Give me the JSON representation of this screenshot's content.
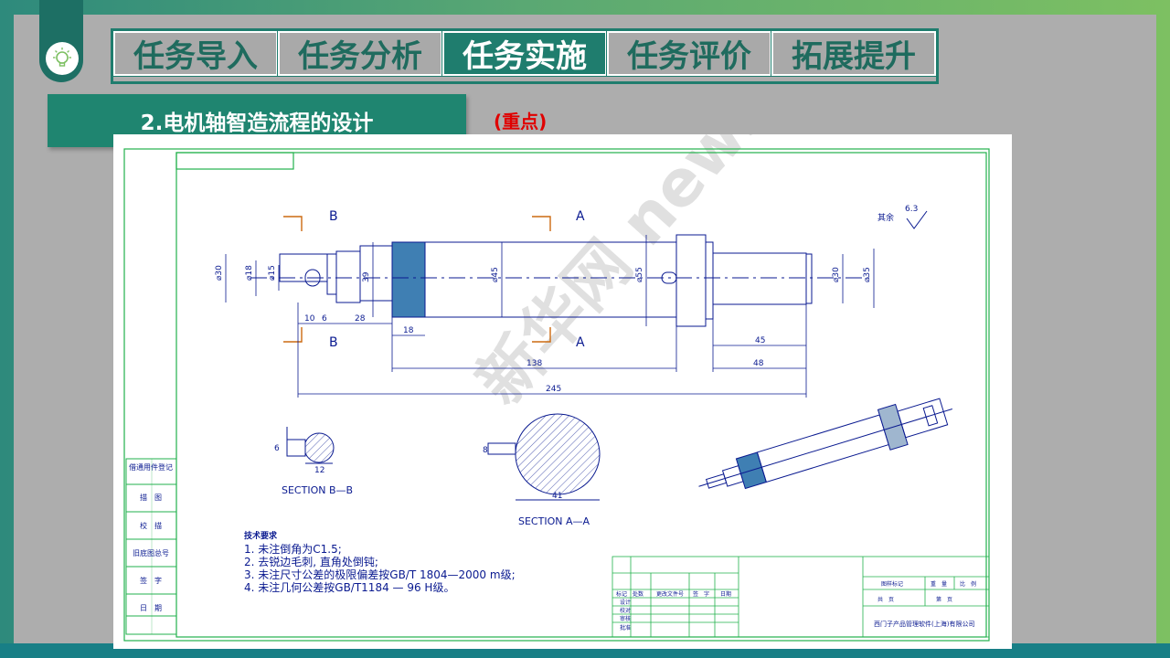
{
  "nav": {
    "tabs": [
      {
        "label": "任务导入",
        "active": false
      },
      {
        "label": "任务分析",
        "active": false
      },
      {
        "label": "任务实施",
        "active": true
      },
      {
        "label": "任务评价",
        "active": false
      },
      {
        "label": "拓展提升",
        "active": false
      }
    ]
  },
  "icon": "lightbulb-icon",
  "section": {
    "title": "2.电机轴智造流程的设计",
    "note": "(重点)"
  },
  "drawing": {
    "section_labels": {
      "b_top": "B",
      "a_top": "A",
      "b_bottom": "B",
      "a_bottom": "A"
    },
    "roughness": {
      "label": "其余",
      "value": "6.3"
    },
    "dims": {
      "d30_left": "⌀30",
      "d18": "⌀18",
      "d15": "⌀15",
      "d39": "39",
      "d45": "⌀45",
      "d55": "⌀55",
      "d30_right": "⌀30",
      "d35": "⌀35",
      "l10": "10",
      "l6": "6",
      "l28": "28",
      "l18": "18",
      "l45": "45",
      "l48": "48",
      "l138": "138",
      "l245": "245",
      "s6": "6",
      "s12": "12",
      "s8": "8",
      "s41": "41"
    },
    "section_bb": "SECTION B—B",
    "section_aa": "SECTION A—A",
    "tech": {
      "title": "技术要求",
      "items": [
        "1. 未注倒角为C1.5;",
        "2. 去锐边毛刺, 直角处倒钝;",
        "3. 未注尺寸公差的极限偏差按GB/T 1804—2000 m级;",
        "4. 未注几何公差按GB/T1184 — 96 H级。"
      ]
    },
    "side_labels": [
      "借通用件登记",
      "描　图",
      "校　描",
      "旧底图总号",
      "签　字",
      "日　期"
    ],
    "title_block": {
      "header": [
        "标记",
        "处数",
        "更改文件号",
        "签　字",
        "日期"
      ],
      "rows": [
        "设计",
        "校对",
        "审核",
        "批准"
      ],
      "right_header": [
        "图样标记",
        "重　量",
        "比　例"
      ],
      "sheet": [
        "共　页",
        "第　页"
      ],
      "company": "西门子产品管理软件(上海)有限公司"
    },
    "watermark": "新华网 news.cn"
  },
  "colors": {
    "accent": "#1f7d6e",
    "note": "#e00000",
    "frame": "#22b14c",
    "dim": "#0a1a90"
  }
}
